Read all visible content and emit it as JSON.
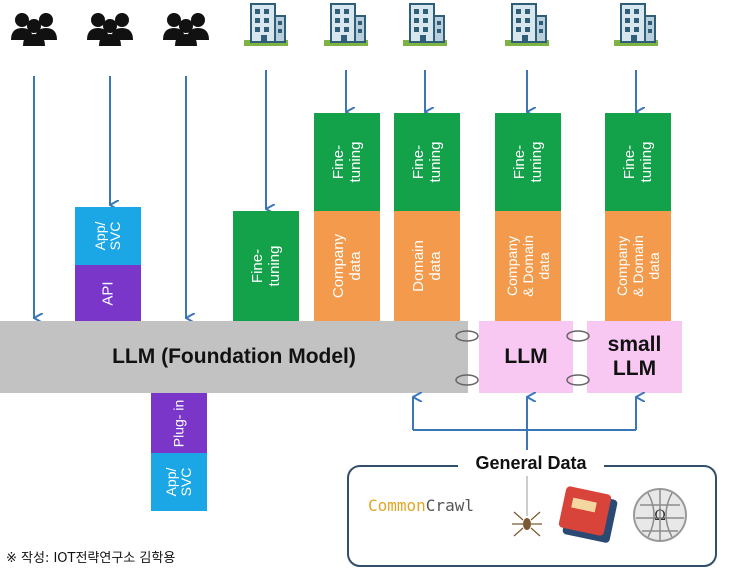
{
  "diagram": {
    "foundation_model": "LLM (Foundation Model)",
    "llm_box": "LLM",
    "small_llm_line1": "small",
    "small_llm_line2": "LLM",
    "app_svc": "App/ SVC",
    "api": "API",
    "plugin": "Plug- in",
    "app_svc_bottom": "App/ SVC",
    "fine_tuning": "Fine- tuning",
    "company_data": "Company data",
    "domain_data": "Domain data",
    "company_domain_data": "Company & Domain data",
    "general_data": "General Data",
    "common_crawl_1": "Common",
    "common_crawl_2": "Crawl",
    "source_note": "※ 작성: IOT전략연구소 김학용"
  },
  "colors": {
    "green": "#13a14a",
    "orange": "#f39a4c",
    "purple": "#7a35c9",
    "blue": "#1ba7e6",
    "gray": "#c2c2c2",
    "pink": "#f8c8f3",
    "arrow": "#3b77b8",
    "common": "#e0a626",
    "crawl": "#555555"
  },
  "icons": [
    "people-icon",
    "building-icon",
    "spider-icon",
    "book-icon",
    "wikipedia-globe-icon"
  ]
}
